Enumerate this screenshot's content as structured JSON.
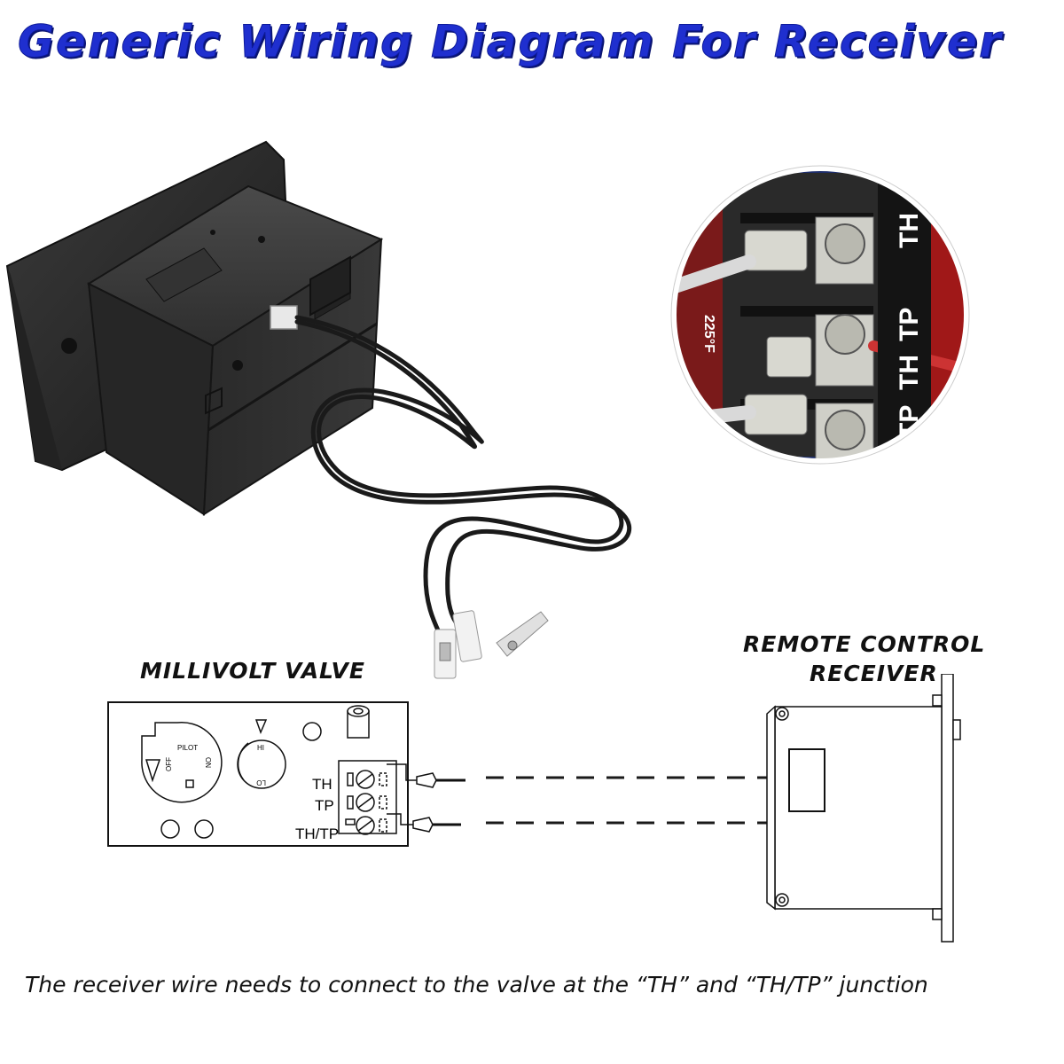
{
  "title": "Generic Wiring Diagram For Receiver",
  "valve": {
    "heading": "MILLIVOLT   VALVE",
    "pilot_knob": {
      "pilot": "PILOT",
      "off": "OFF",
      "on": "ON"
    },
    "flame_knob": {
      "hi": "HI",
      "lo": "LO"
    },
    "terminals": [
      "TH",
      "TP",
      "TH/TP"
    ]
  },
  "receiver": {
    "heading_line1": "REMOTE CONTROL",
    "heading_line2": "RECEIVER"
  },
  "photo": {
    "terminal_block_labels": [
      "TH",
      "TP",
      "TH",
      "TP"
    ],
    "temperature_label": "225°F"
  },
  "caption": "The receiver wire needs to connect to the valve at the “TH” and “TH/TP” junction",
  "colors": {
    "title": "#1f2fcf",
    "text": "#111111",
    "wire": "#1a1a1a"
  }
}
